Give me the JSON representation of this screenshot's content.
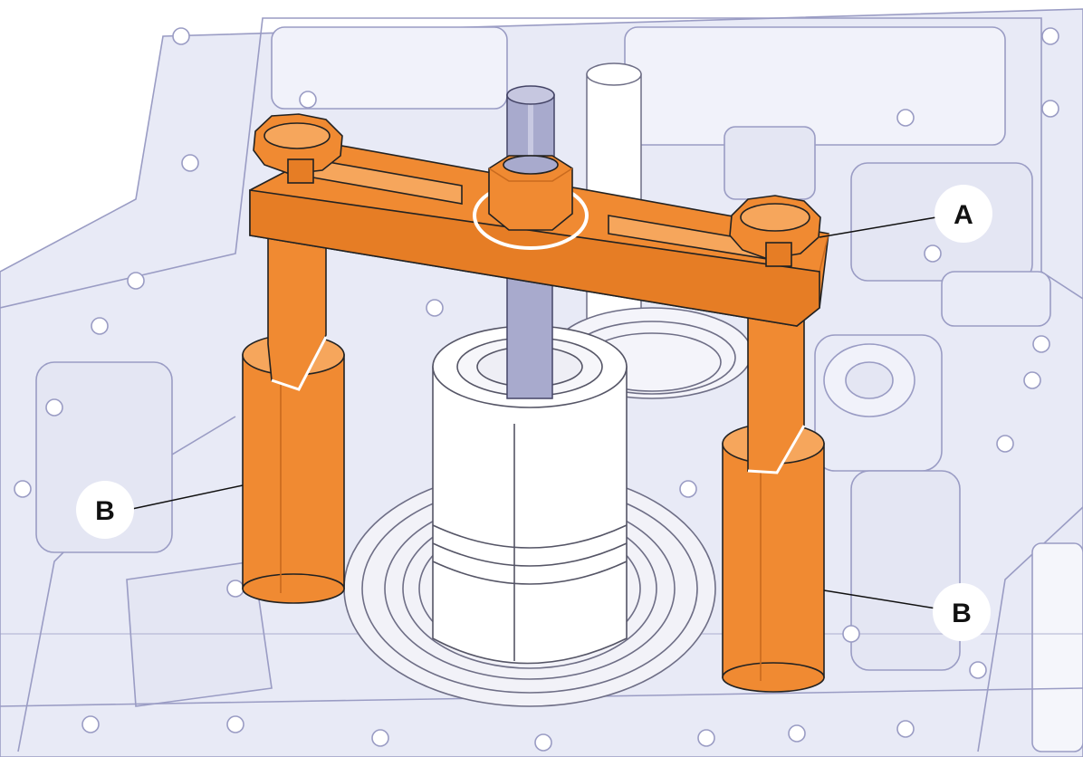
{
  "illustration": {
    "colors": {
      "background": "#ffffff",
      "housing_fill": "#eceef8",
      "housing_line": "#9a9cc4",
      "tool_orange": "#f08a32",
      "tool_orange_light": "#f6a65c",
      "tool_orange_dark": "#c96a1e",
      "bolt_blue": "#a8aacd",
      "white_part": "#ffffff",
      "outline": "#222222"
    }
  },
  "callouts": [
    {
      "id": "A",
      "label": "A"
    },
    {
      "id": "B1",
      "label": "B"
    },
    {
      "id": "B2",
      "label": "B"
    }
  ]
}
